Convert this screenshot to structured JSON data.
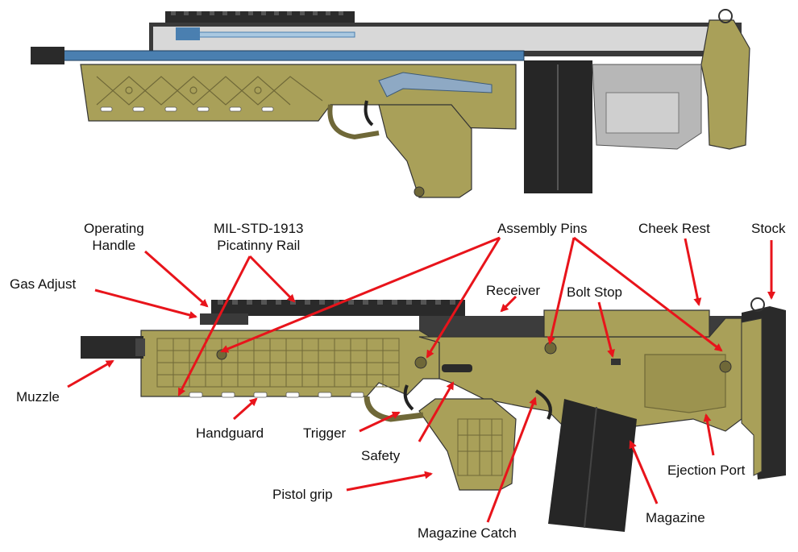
{
  "labels": {
    "operating_handle_line1": "Operating",
    "operating_handle_line2": "Handle",
    "picatinny_line1": "MIL-STD-1913",
    "picatinny_line2": "Picatinny Rail",
    "gas_adjust": "Gas Adjust",
    "muzzle": "Muzzle",
    "handguard": "Handguard",
    "trigger": "Trigger",
    "safety": "Safety",
    "pistol_grip": "Pistol grip",
    "assembly_pins": "Assembly Pins",
    "receiver": "Receiver",
    "bolt_stop": "Bolt Stop",
    "cheek_rest": "Cheek Rest",
    "stock": "Stock",
    "ejection_port": "Ejection Port",
    "magazine": "Magazine",
    "magazine_catch": "Magazine Catch"
  },
  "colors": {
    "body": "#a9a059",
    "body_dark": "#6f6838",
    "metal": "#2a2a2a",
    "barrel_blue": "#4a7fb0",
    "cartridge": "#d9a030",
    "arrow": "#e8141b",
    "outline": "#333333"
  }
}
